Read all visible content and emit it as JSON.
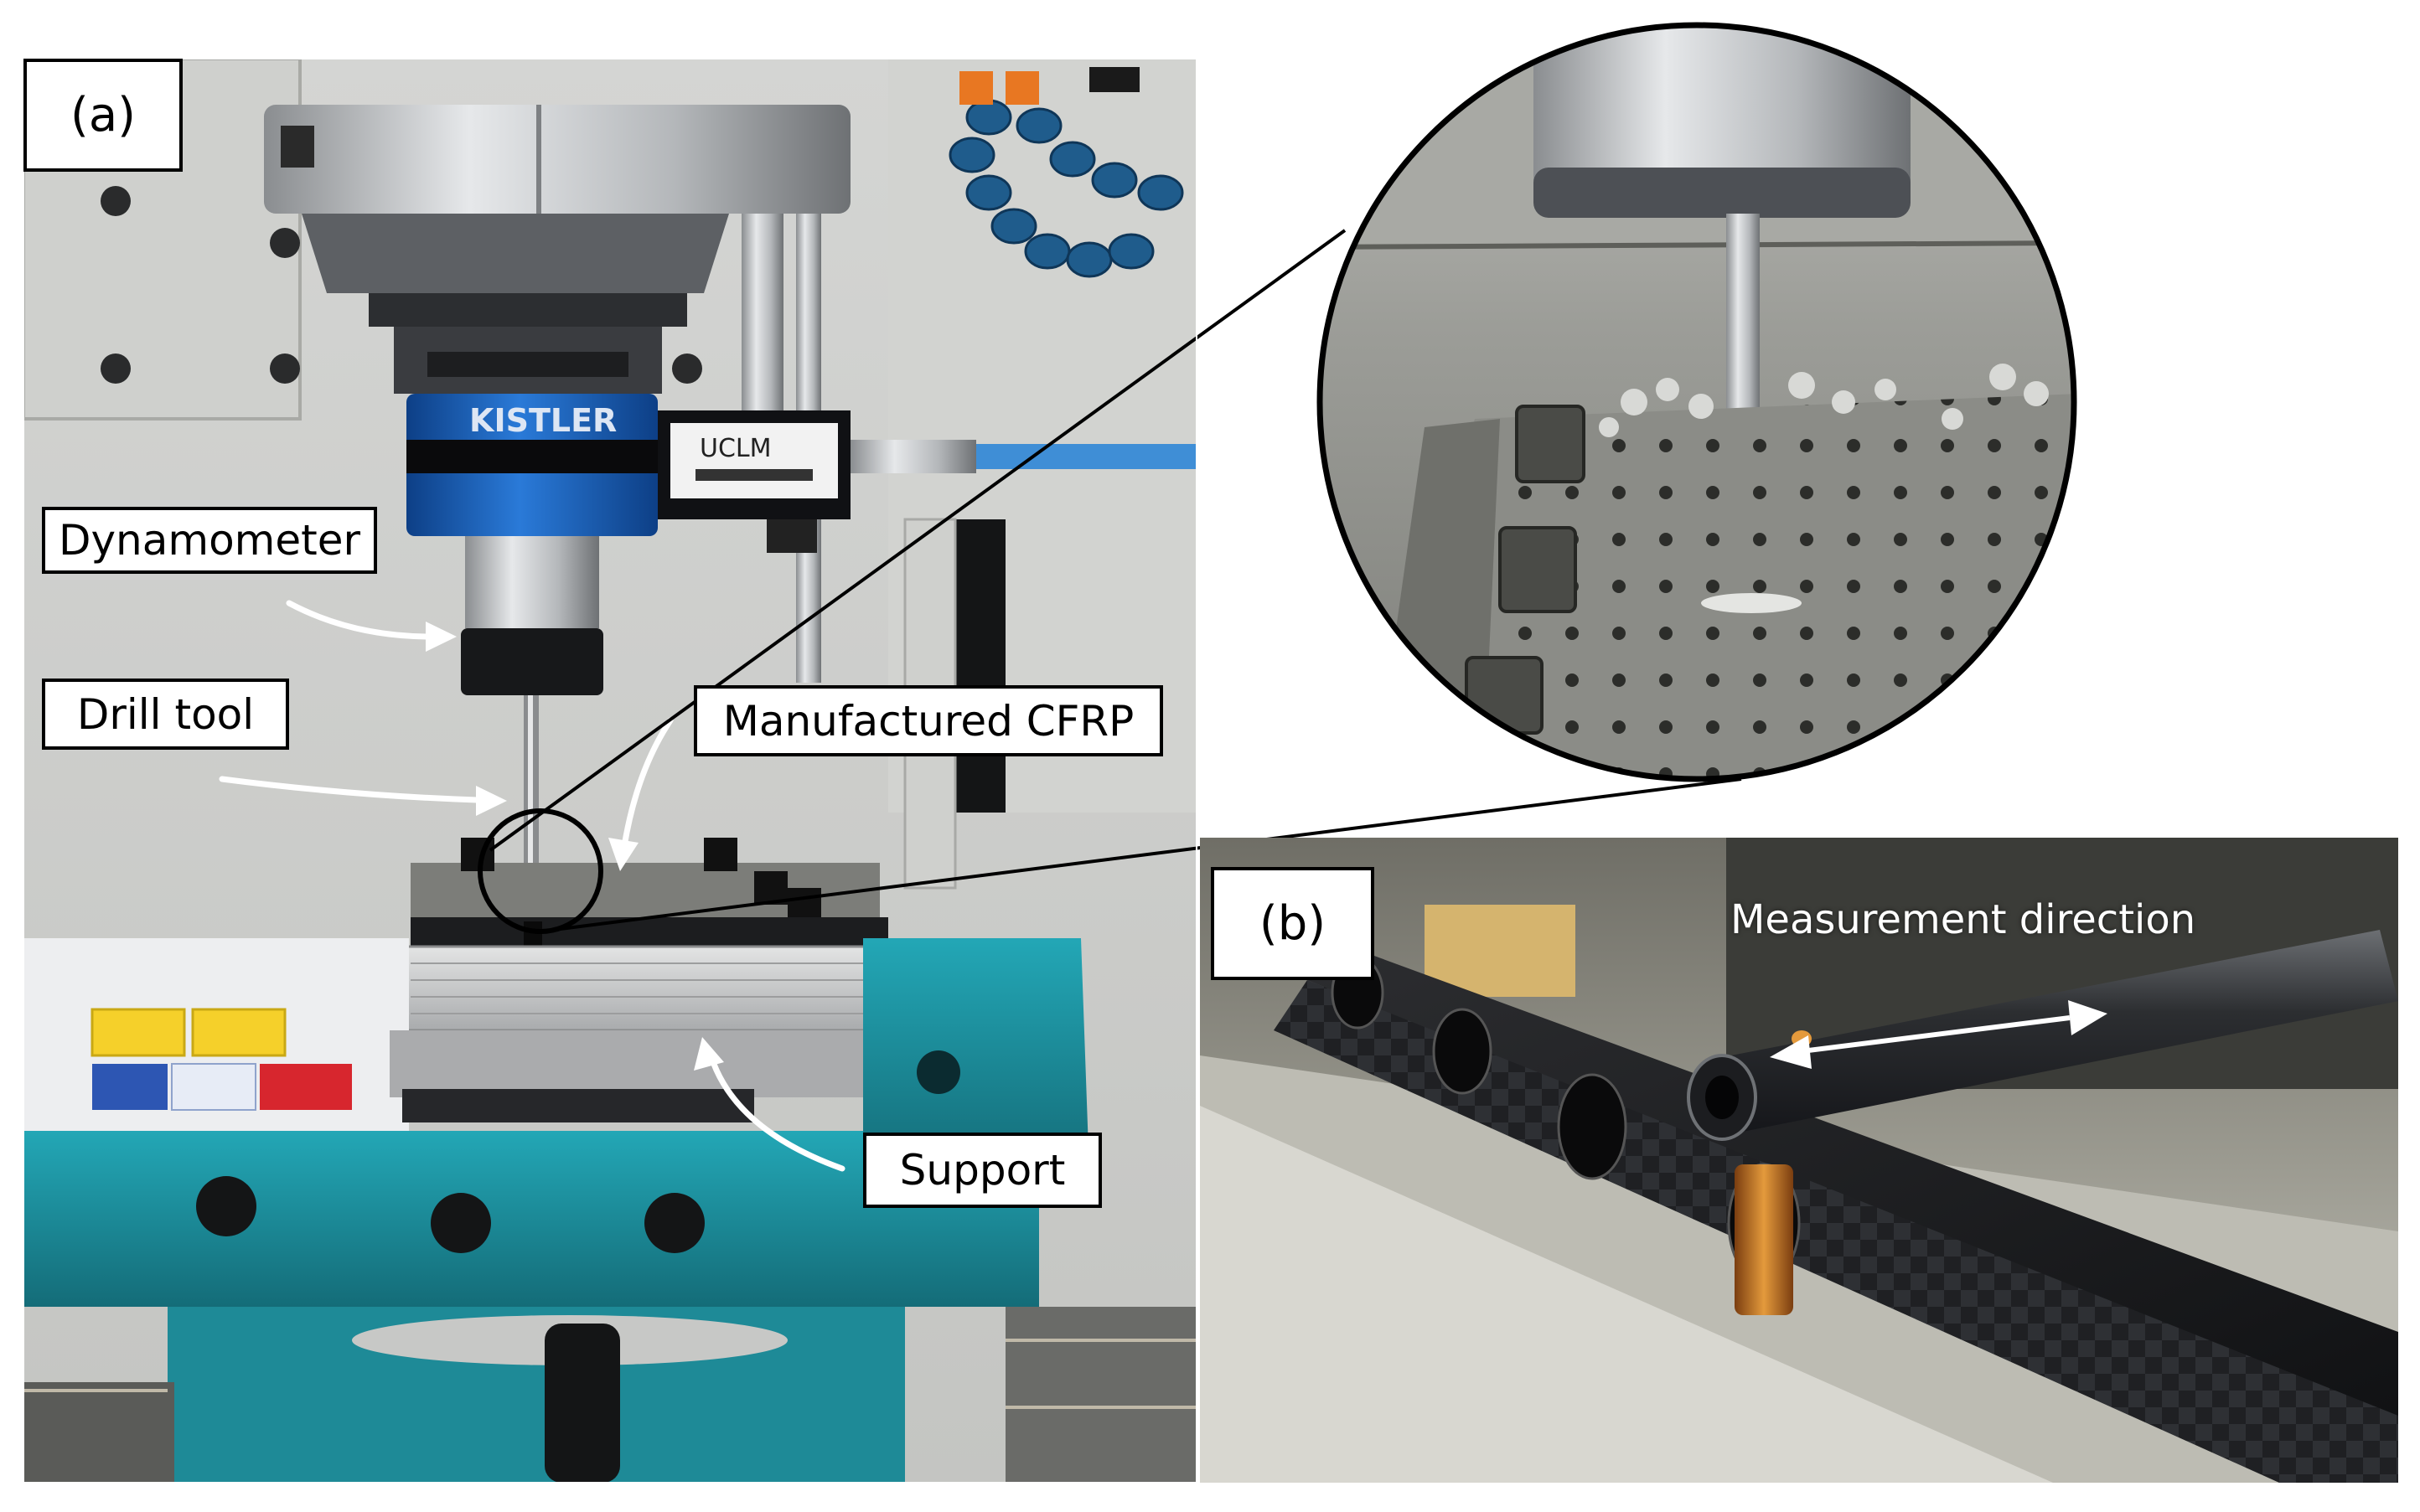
{
  "panels": {
    "a": {
      "tag": "(a)"
    },
    "b": {
      "tag": "(b)"
    }
  },
  "labels": {
    "dynamometer": "Dynamometer",
    "drill_tool": "Drill tool",
    "manufactured_cfrp": "Manufactured CFRP",
    "support": "Support",
    "measurement_direction": "Measurement direction"
  },
  "logos": {
    "dynamometer_brand": "KISTLER",
    "university": "UCLM"
  },
  "colors": {
    "vise_teal": "#1b8f9e",
    "dynamometer_blue": "#1c5fb5",
    "hose_blue": "#1f5c8c",
    "hose_orange": "#e87722"
  }
}
